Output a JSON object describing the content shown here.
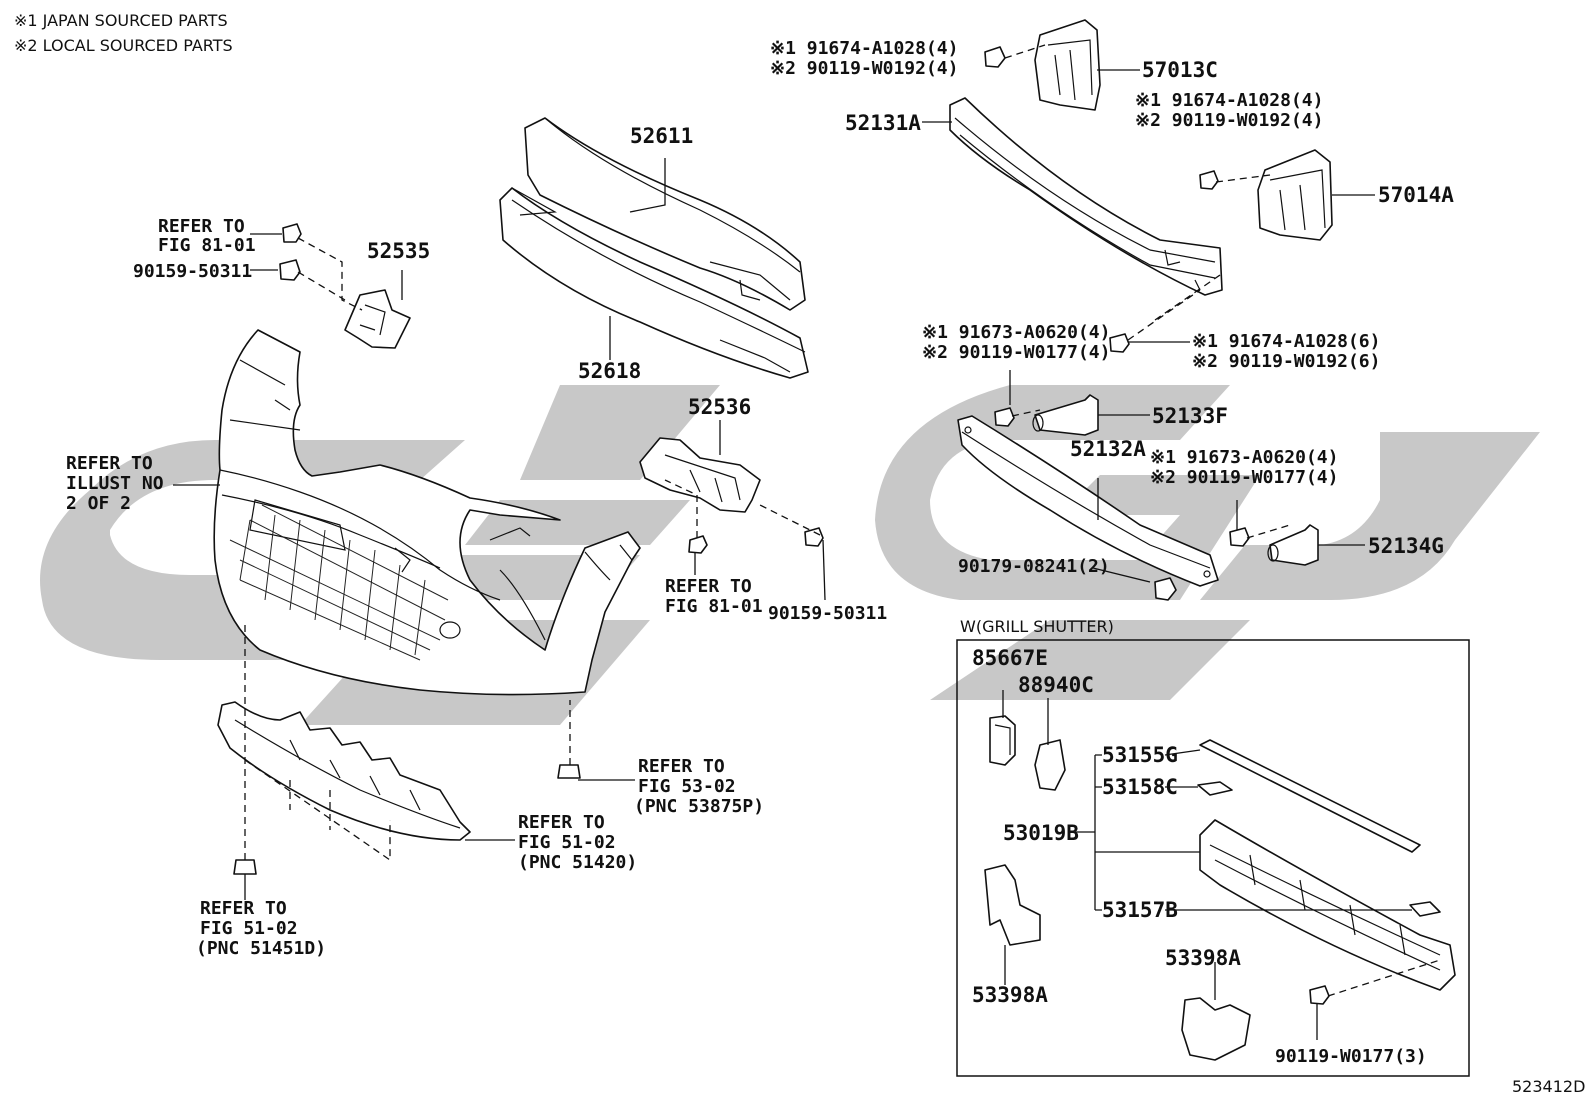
{
  "notes": {
    "japan": "※1  JAPAN SOURCED PARTS",
    "local": "※2  LOCAL SOURCED PARTS"
  },
  "diagram_id": "523412D",
  "grill_shutter_title": "W(GRILL SHUTTER)",
  "labels": {
    "p57013C": "57013C",
    "p57013C_b1": "※1 91674-A1028(4)",
    "p57013C_b2": "※2 90119-W0192(4)",
    "p52131A": "52131A",
    "p57014A": "57014A",
    "p57014A_b1": "※1 91674-A1028(4)",
    "p57014A_b2": "※2 90119-W0192(4)",
    "p52611": "52611",
    "p52618": "52618",
    "p52535": "52535",
    "refer8101_a1": "REFER TO",
    "refer8101_a2": "FIG 81-01",
    "p90159_a": "90159-50311",
    "p52536": "52536",
    "refer8101_b1": "REFER TO",
    "refer8101_b2": "FIG 81-01",
    "p90159_b": "90159-50311",
    "illust1": "REFER TO",
    "illust2": "ILLUST NO",
    "illust3": "2 OF 2",
    "bolt6_1": "※1 91674-A1028(6)",
    "bolt6_2": "※2 90119-W0192(6)",
    "bolt4a_1": "※1 91673-A0620(4)",
    "bolt4a_2": "※2 90119-W0177(4)",
    "p52133F": "52133F",
    "p52132A": "52132A",
    "bolt4b_1": "※1 91673-A0620(4)",
    "bolt4b_2": "※2 90119-W0177(4)",
    "p52134G": "52134G",
    "nut": "90179-08241(2)",
    "refer5302_1": "REFER TO",
    "refer5302_2": "FIG 53-02",
    "refer5302_3": "(PNC 53875P)",
    "refer5102a_1": "REFER TO",
    "refer5102a_2": "FIG 51-02",
    "refer5102a_3": "(PNC 51420)",
    "refer5102b_1": "REFER TO",
    "refer5102b_2": "FIG 51-02",
    "refer5102b_3": "(PNC 51451D)",
    "p85667E": "85667E",
    "p88940C": "88940C",
    "p53155G": "53155G",
    "p53158C": "53158C",
    "p53019B": "53019B",
    "p53157B": "53157B",
    "p53398A_l": "53398A",
    "p53398A_r": "53398A",
    "bolt3": "90119-W0177(3)"
  },
  "colors": {
    "line": "#111111",
    "watermark": "#c8c8c8",
    "background": "#ffffff"
  }
}
